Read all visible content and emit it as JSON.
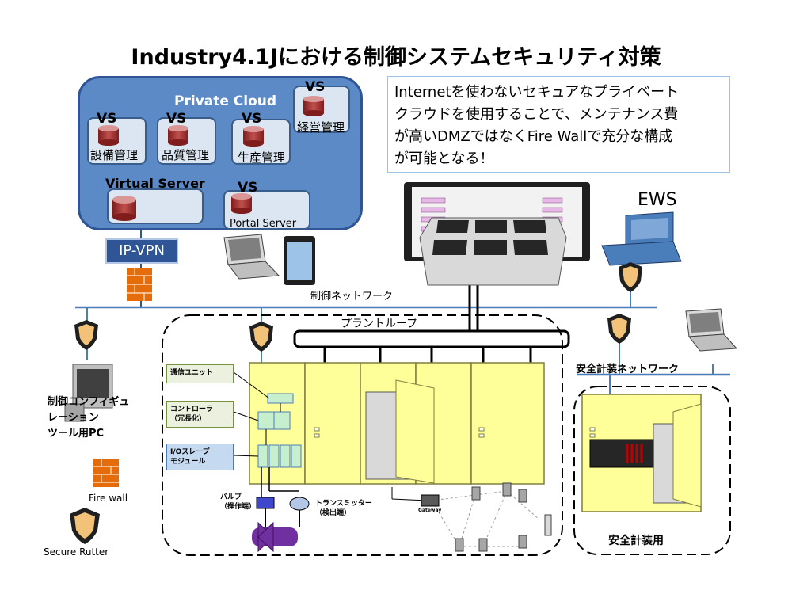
{
  "title": "Industry4.1Jにおける制御システムセキュリティ対策",
  "cloud": {
    "private_cloud_label": "Private Cloud",
    "virtual_server_label": "Virtual Server",
    "vs_label": "VS",
    "servers": [
      "設備管理",
      "品質管理",
      "生産管理",
      "経営管理"
    ],
    "portal_server": "Portal Server"
  },
  "note": {
    "lines": [
      "Internetを使わないセキュアなプライベート",
      "クラウドを使用することで、メンテナンス費",
      "が高いDMZではなくFire Wallで充分な構成",
      "が可能となる！"
    ]
  },
  "ip_vpn": "IP-VPN",
  "ews": "EWS",
  "control_network": "制御ネットワーク",
  "plant_loop": "プラントループ",
  "safety_network": "安全計装ネットワーク",
  "safety_instrumented": "安全計装用",
  "config_tool": [
    "制御コンフィギュ",
    "レーション",
    "ツール用PC"
  ],
  "fire_wall": "Fire wall",
  "secure_router": "Secure Rutter",
  "modules": {
    "comm_unit": "通信ユニット",
    "controller": [
      "コントローラ",
      "（冗長化）"
    ],
    "io_slave": [
      "I/Oスレーブ",
      "モジュール"
    ]
  },
  "field": {
    "valve": [
      "バルブ",
      "（操作端）"
    ],
    "transmitter": [
      "トランスミッター",
      "（検出端）"
    ],
    "gateway": "Gateway"
  }
}
